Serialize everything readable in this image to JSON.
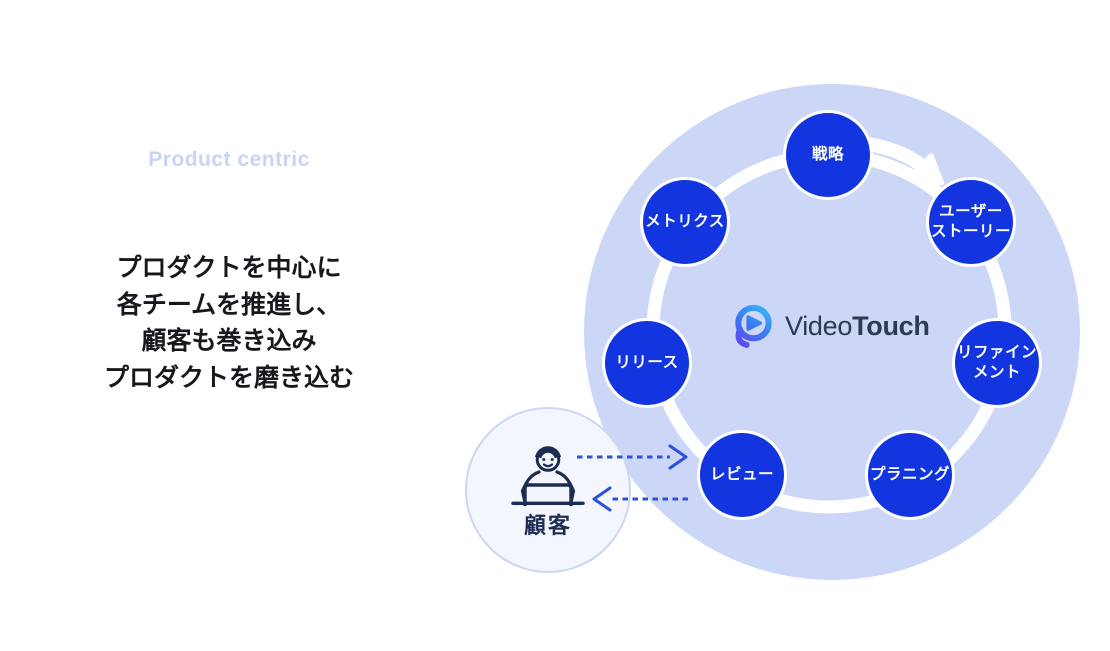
{
  "intro": {
    "eyebrow": "Product centric",
    "headline": "プロダクトを中心に\n各チームを推進し、\n顧客も巻き込み\nプロダクトを磨き込む"
  },
  "cycle": {
    "brand": {
      "name_regular": "Video",
      "name_bold": "Touch",
      "icon": "play-circle-gradient-icon"
    },
    "nodes": [
      {
        "label": "戦略"
      },
      {
        "label": "ユーザー\nストーリー"
      },
      {
        "label": "リファイン\nメント"
      },
      {
        "label": "プラニング"
      },
      {
        "label": "レビュー"
      },
      {
        "label": "リリース"
      },
      {
        "label": "メトリクス"
      }
    ],
    "flow_direction": "clockwise"
  },
  "customer": {
    "label": "顧客",
    "icon": "person-at-laptop-icon"
  },
  "colors": {
    "node_fill": "#1235df",
    "node_text": "#ffffff",
    "disc_fill": "#ccd6f6",
    "ring": "#ffffff",
    "dashed_arrow": "#2a52dd",
    "customer_fill": "#f3f6fd",
    "customer_border": "#ccd6f0",
    "eyebrow_text": "#c9d3f5",
    "headline_text": "#17181d",
    "brand_text": "#2c3b52",
    "icon_line": "#1e2c51",
    "logo_gradient_start": "#38bdf4",
    "logo_gradient_mid": "#3a7bf0",
    "logo_gradient_end": "#6a3ef2"
  }
}
